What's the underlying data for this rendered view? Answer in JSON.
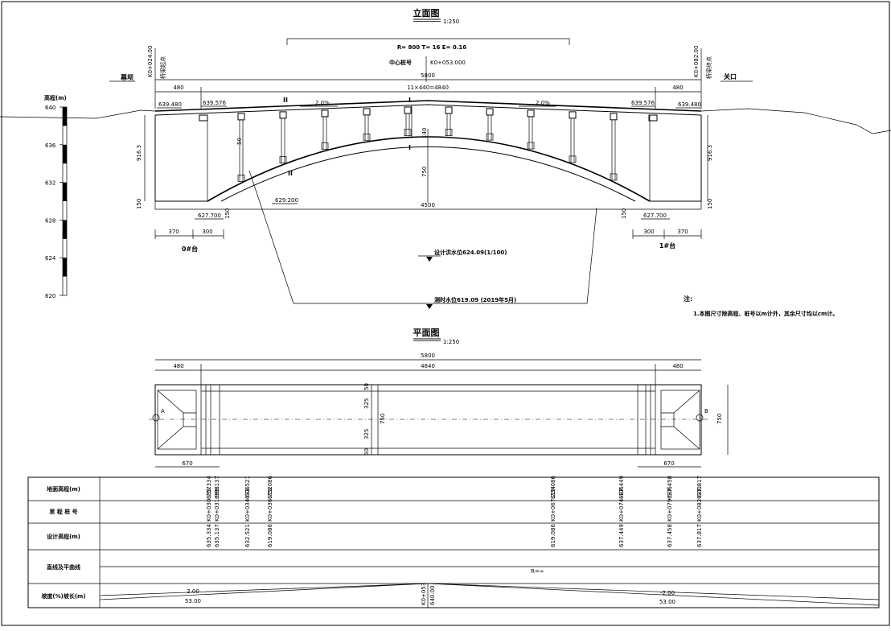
{
  "elevation": {
    "title": "立面图",
    "scale": "1:250",
    "curve_params": "R= 800  T= 16  E= 0.16",
    "center_stake_label": "中心桩号",
    "center_stake_value": "K0+053.000",
    "left_dir": "幕坝",
    "right_dir": "关口",
    "left_stake": "K0+024.00",
    "left_stake_note": "桥梁起点",
    "right_stake": "K0+082.00",
    "right_stake_note": "桥梁终点",
    "total_len": "5800",
    "span_desc": "11×440=4840",
    "end_len_left": "480",
    "end_len_right": "480",
    "elev_end_left": "639.480",
    "elev_end_right": "639.480",
    "elev_abut_left": "639.576",
    "elev_abut_right": "639.576",
    "grade_left": "2.0%",
    "grade_right": "2.0%",
    "section_I": "I",
    "section_II": "II",
    "dim_140": "140",
    "dim_750": "750",
    "dim_4500": "4500",
    "dim_916": "916.3",
    "dim_150": "150",
    "dim_50": "50",
    "elev_629": "629.200",
    "elev_found_left": "627.700",
    "elev_found_right": "627.700",
    "dim_370": "370",
    "dim_300": "300",
    "abut0": "0#台",
    "abut1": "1#台",
    "design_water": "设计洪水位624.09(1/100)",
    "measured_water": "测时水位619.09 (2019年5月)"
  },
  "elevation_scale": {
    "title": "高程(m)",
    "ticks": [
      "640",
      "636",
      "632",
      "628",
      "624",
      "620"
    ]
  },
  "notes": {
    "title": "注:",
    "line1": "1.本图尺寸除高程、桩号以m计外，其余尺寸均以cm计。"
  },
  "plan": {
    "title": "平面图",
    "scale": "1:250",
    "total_len": "5800",
    "end_left": "480",
    "mid": "4840",
    "end_right": "480",
    "width": "750",
    "half_upper": "325",
    "half_lower": "325",
    "edge": "50",
    "point_a": "A",
    "point_b": "B",
    "bottom_left": "670",
    "bottom_right": "670"
  },
  "profile_table": {
    "rows": [
      {
        "label": "地面高程(m)"
      },
      {
        "label": "里 程 桩 号"
      },
      {
        "label": "设计高程(m)"
      },
      {
        "label": "直线及平曲线"
      },
      {
        "label": "坡度(%)坡长(m)"
      }
    ],
    "ground": [
      "635.334",
      "635.137",
      "632.521",
      "619.086",
      "619.086",
      "637.449",
      "637.458",
      "637.817"
    ],
    "stakes": [
      "K0+030.757",
      "K0+031.998",
      "K0+034.606",
      "K0+036.752",
      "K0+067.234",
      "K0+074.406",
      "K0+079.506",
      "K0+082.600"
    ],
    "design": [
      "635.334",
      "635.137",
      "632.521",
      "619.086",
      "619.086",
      "637.449",
      "637.458",
      "637.817"
    ],
    "curve_text": "R=∞",
    "grade_left": "2.00",
    "len_left": "53.00",
    "grade_right": "-2.00",
    "len_right": "53.00",
    "pvi_stake": "K0+053",
    "pvi_elev": "640.00"
  }
}
